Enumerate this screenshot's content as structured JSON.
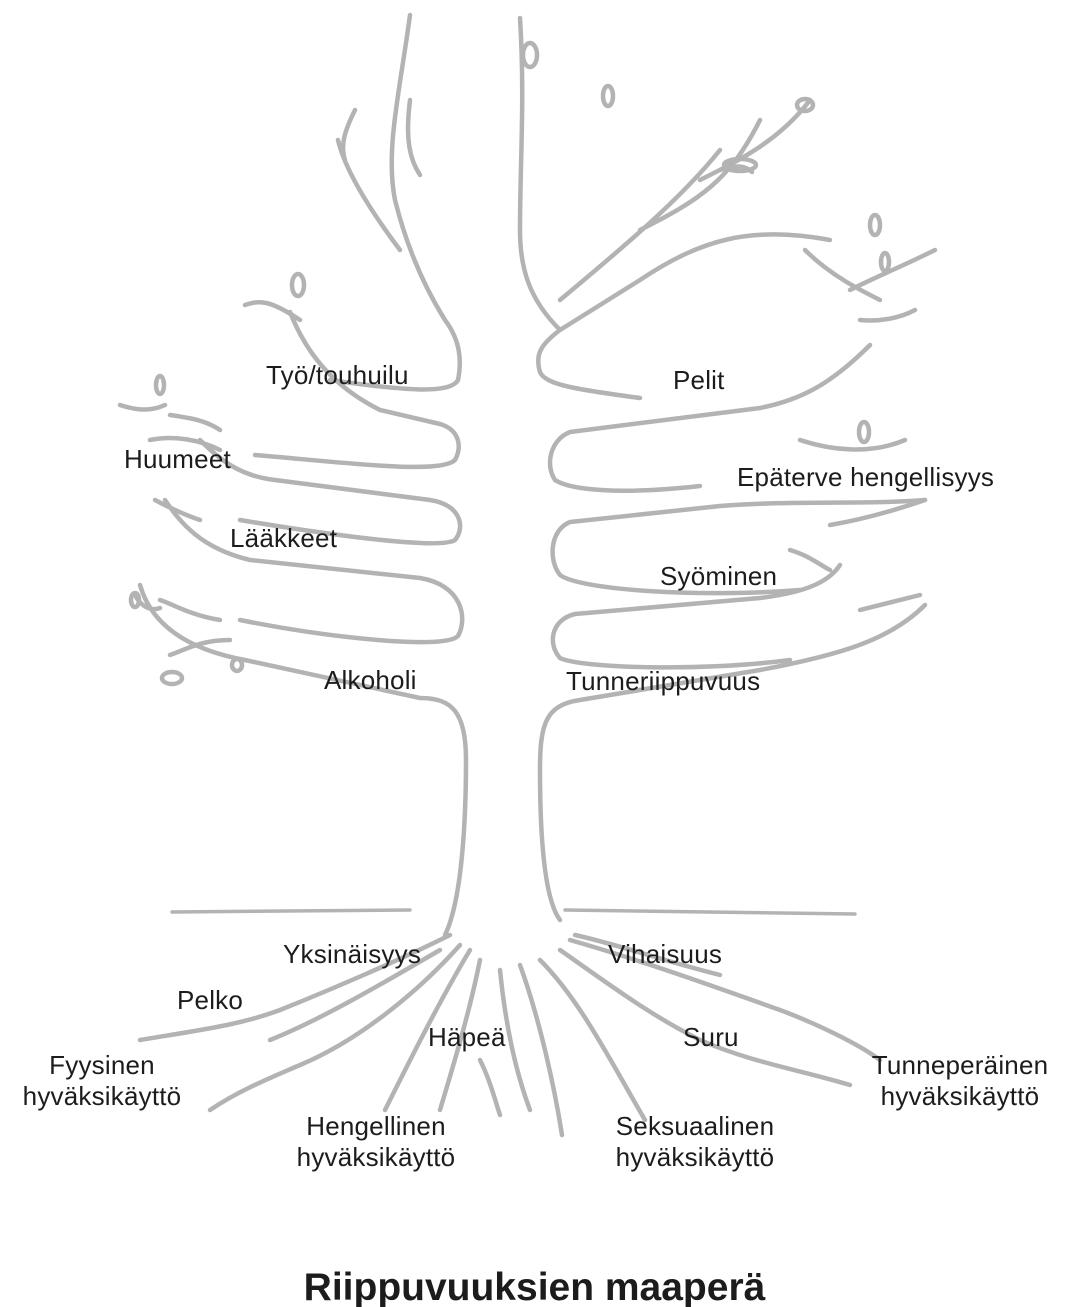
{
  "colors": {
    "tree_line": "#b3b3b3",
    "text": "#1c1c1c",
    "background": "#ffffff"
  },
  "title": "Riippuvuuksien maaperä",
  "branches": {
    "tyo_touhuilu": "Työ/touhuilu",
    "huumeet": "Huumeet",
    "laakkeet": "Lääkkeet",
    "alkoholi": "Alkoholi",
    "pelit": "Pelit",
    "epaterve_hengellisyys": "Epäterve hengellisyys",
    "syominen": "Syöminen",
    "tunneriippuvuus": "Tunneriippuvuus"
  },
  "roots": {
    "yksinaisyys": "Yksinäisyys",
    "vihaisuus": "Vihaisuus",
    "pelko": "Pelko",
    "hapea": "Häpeä",
    "suru": "Suru",
    "fyysinen_line1": "Fyysinen",
    "fyysinen_line2": "hyväksikäyttö",
    "tunneperainen_line1": "Tunneperäinen",
    "tunneperainen_line2": "hyväksikäyttö",
    "hengellinen_line1": "Hengellinen",
    "hengellinen_line2": "hyväksikäyttö",
    "seksuaalinen_line1": "Seksuaalinen",
    "seksuaalinen_line2": "hyväksikäyttö"
  }
}
